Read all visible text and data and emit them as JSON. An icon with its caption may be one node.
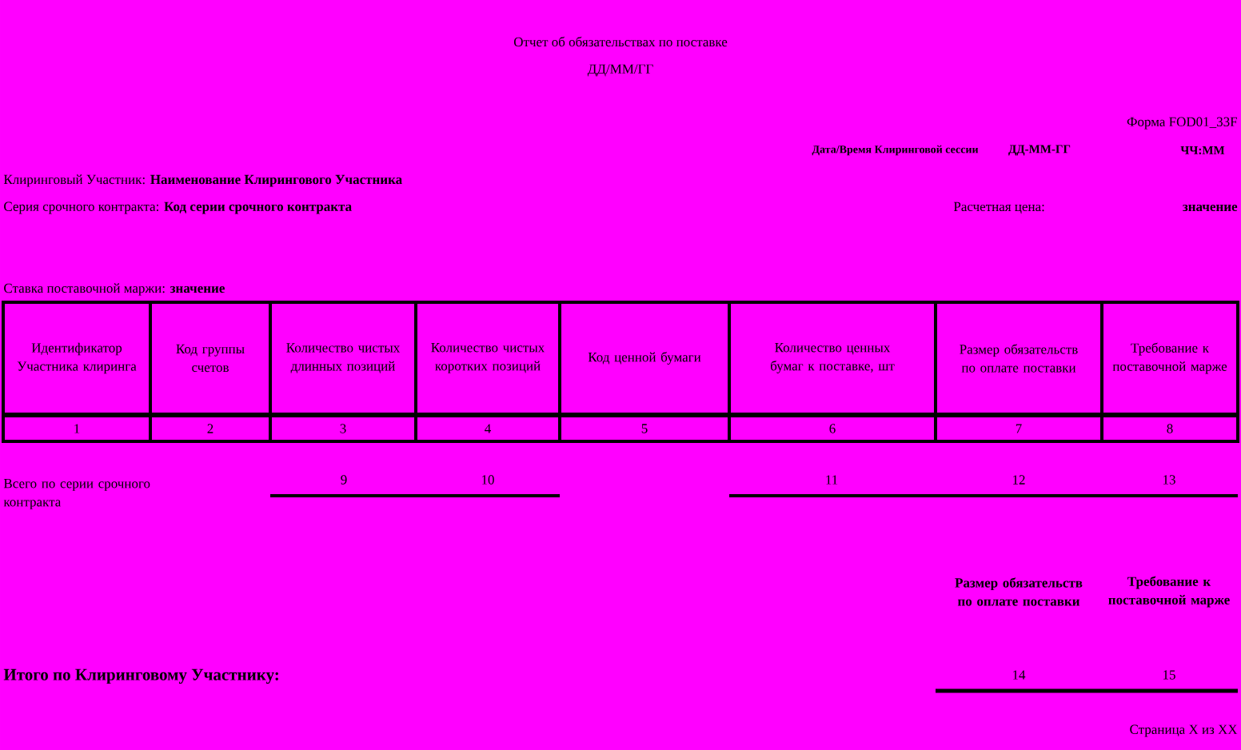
{
  "diagram": {
    "title": "Отчет об обязательствах по поставке",
    "labels": [
      "ДД/ММ/ГГ",
      "Форма FOD01_33F",
      "Дата/Время Клиринговой сессии",
      "ДД-ММ-ГГ",
      "ЧЧ:ММ",
      "Клиринговый Участник: **Наименование Клирингового Участника**",
      "Серия срочного контракта: **Код серии срочного контракта**",
      "Расчетная цена:",
      "значение",
      "Ставка поставочной маржи: **значение**",
      "Идентификатор Участника клиринга",
      "Код группы счетов",
      "Количество чистых длинных позиций",
      "Количество чистых коротких позиций",
      "Код ценной бумаги",
      "Количество ценных бумаг к поставке, шт",
      "Размер обязательств по оплате поставки",
      "Требование к поставочной марже",
      "1",
      "2",
      "3",
      "4",
      "5",
      "6",
      "7",
      "8",
      "Всего по серии срочного контракта",
      "9",
      "10",
      "11",
      "12",
      "13",
      "Размер обязательств по оплате поставки",
      "Требование к поставочной марже",
      "Итого по Клиринговому Участнику:",
      "14",
      "15",
      "Страница X из XX"
    ]
  }
}
